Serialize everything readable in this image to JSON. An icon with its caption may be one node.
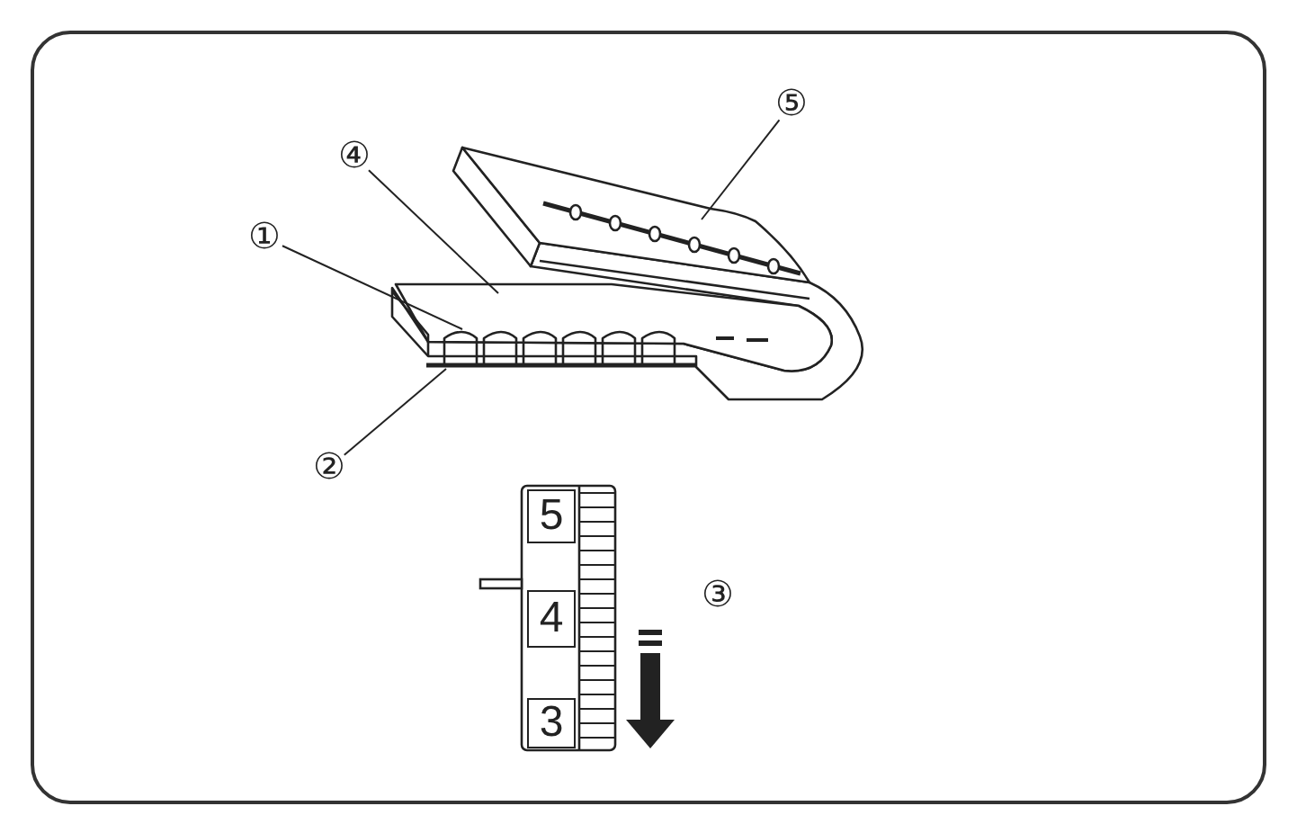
{
  "diagram": {
    "nodes": [
      {
        "text": [
          "①"
        ]
      },
      {
        "text": [
          "②"
        ]
      },
      {
        "text": [
          "④"
        ]
      },
      {
        "text": [
          "⑤"
        ]
      },
      {
        "text": [
          "5"
        ]
      },
      {
        "text": [
          "4"
        ]
      },
      {
        "text": [
          "3"
        ]
      }
    ],
    "edges": [
      {
        "from": 0,
        "to": null,
        "arrow": "none"
      },
      {
        "from": 1,
        "to": null,
        "arrow": "none"
      },
      {
        "from": 2,
        "to": null,
        "arrow": "none"
      },
      {
        "from": 3,
        "to": null,
        "arrow": "none"
      }
    ],
    "labels": [
      "③"
    ]
  }
}
